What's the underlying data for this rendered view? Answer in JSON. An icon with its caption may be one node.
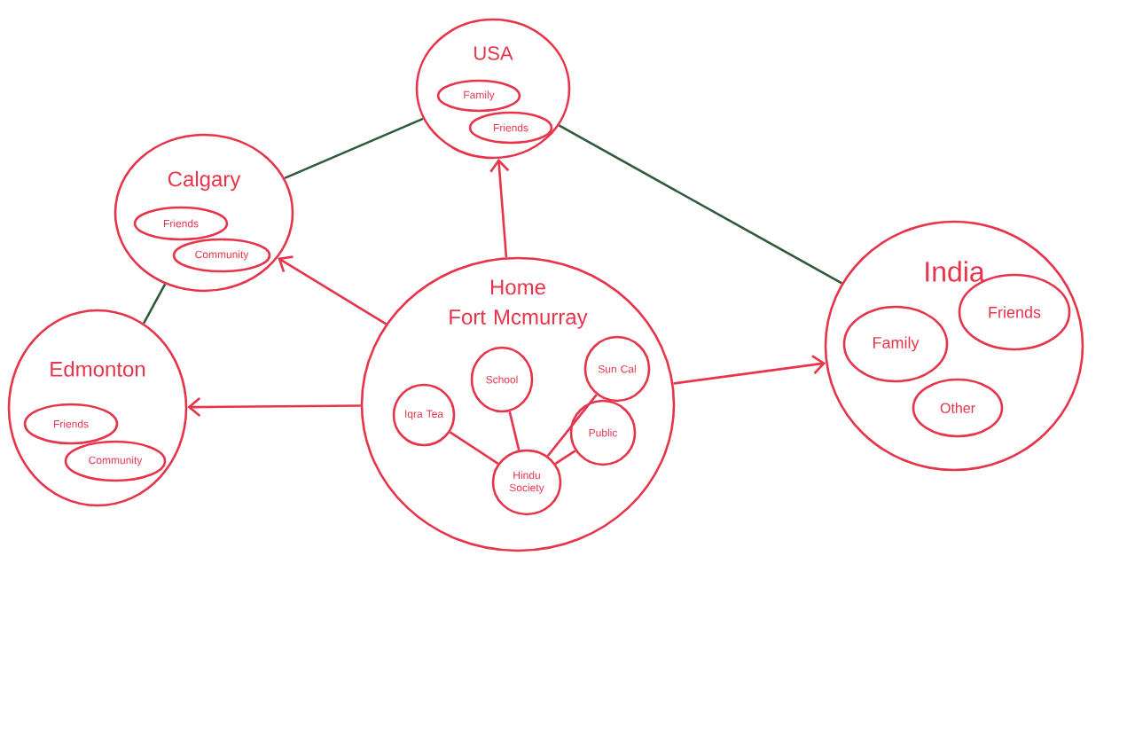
{
  "diagram": {
    "nodes": [
      {
        "text": [
          "USA"
        ]
      },
      {
        "text": [
          "Family"
        ],
        "in": 0
      },
      {
        "text": [
          "Friends"
        ],
        "in": 0
      },
      {
        "text": [
          "Calgary"
        ]
      },
      {
        "text": [
          "Friends"
        ],
        "in": 3
      },
      {
        "text": [
          "Community"
        ],
        "in": 3
      },
      {
        "text": [
          "Home",
          "Fort Mcmurray"
        ]
      },
      {
        "text": [
          "Sun Cal"
        ],
        "in": 6
      },
      {
        "text": [
          "School"
        ],
        "in": 6
      },
      {
        "text": [
          "Iqra Tea"
        ],
        "in": 6
      },
      {
        "text": [
          "Public"
        ],
        "in": 6
      },
      {
        "text": [
          "Hindu Society"
        ],
        "in": 6
      },
      {
        "text": [
          "Edmonton"
        ]
      },
      {
        "text": [
          "Friends"
        ],
        "in": 12
      },
      {
        "text": [
          "Community"
        ],
        "in": 12
      },
      {
        "text": [
          "India"
        ]
      },
      {
        "text": [
          "Family"
        ],
        "in": 15
      },
      {
        "text": [
          "Friends"
        ],
        "in": 15
      },
      {
        "text": [
          "Other"
        ],
        "in": 15
      }
    ],
    "edges": [
      {
        "from": 6,
        "to": 3,
        "arrow": "to"
      },
      {
        "from": 6,
        "to": 0,
        "arrow": "to"
      },
      {
        "from": 6,
        "to": 12,
        "arrow": "to"
      },
      {
        "from": 6,
        "to": 15,
        "arrow": "to"
      },
      {
        "from": 3,
        "to": 0,
        "arrow": "none",
        "color": "#2f5a3c"
      },
      {
        "from": 0,
        "to": 15,
        "arrow": "none",
        "color": "#2f5a3c"
      },
      {
        "from": 3,
        "to": 12,
        "arrow": "none",
        "color": "#2f5a3c"
      },
      {
        "from": 11,
        "to": 9,
        "arrow": "none"
      },
      {
        "from": 11,
        "to": 8,
        "arrow": "none"
      },
      {
        "from": 11,
        "to": 7,
        "arrow": "none"
      },
      {
        "from": 11,
        "to": 10,
        "arrow": "none"
      }
    ]
  }
}
